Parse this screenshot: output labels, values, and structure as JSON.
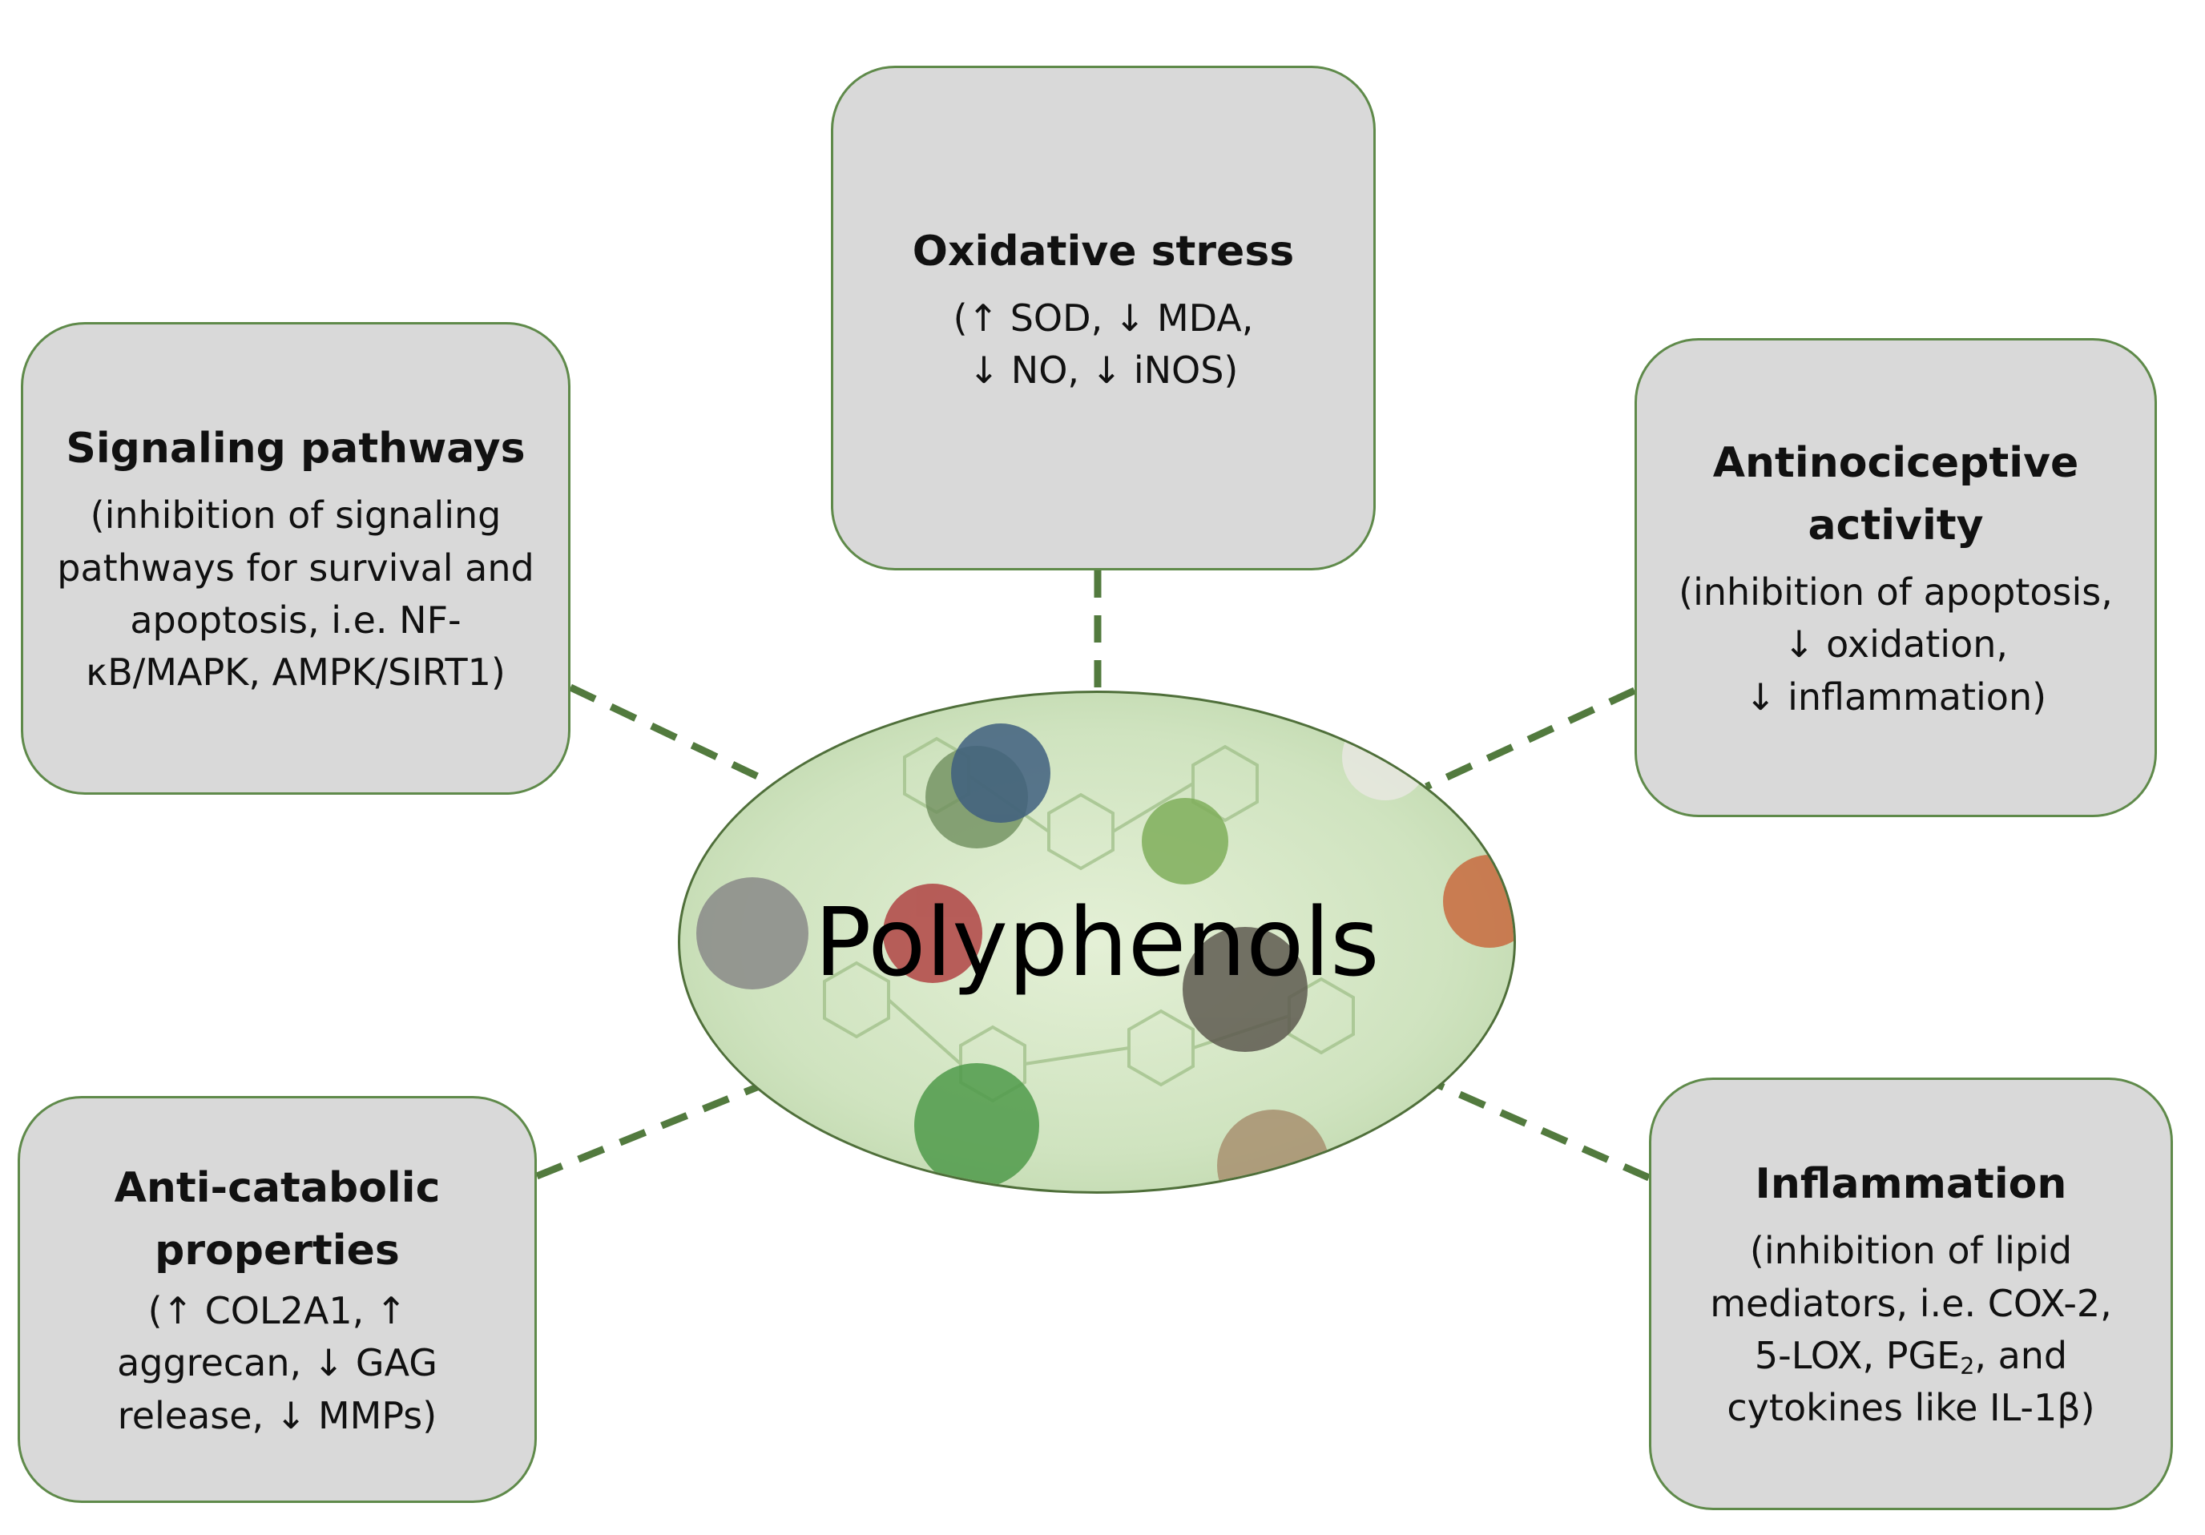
{
  "hub": {
    "label": "Polyphenols"
  },
  "boxes": {
    "oxidative": {
      "title": "Oxidative stress",
      "lines": [
        "(↑ SOD, ↓ MDA,",
        "↓ NO, ↓ iNOS)"
      ]
    },
    "signaling": {
      "title": "Signaling pathways",
      "lines": [
        "(inhibition of signaling",
        "pathways for survival and",
        "apoptosis, i.e. NF-",
        "κB/MAPK, AMPK/SIRT1)"
      ]
    },
    "antinociceptive": {
      "title_lines": [
        "Antinociceptive",
        "activity"
      ],
      "lines": [
        "(inhibition of apoptosis,",
        "↓ oxidation,",
        "↓ inflammation)"
      ]
    },
    "anticatabolic": {
      "title_lines": [
        "Anti-catabolic",
        "properties"
      ],
      "lines": [
        "(↑ COL2A1, ↑",
        "aggrecan,  ↓ GAG",
        "release, ↓ MMPs)"
      ]
    },
    "inflammation": {
      "title": "Inflammation",
      "lines": [
        "(inhibition of lipid",
        "mediators, i.e. COX-2,"
      ],
      "line3_pre": "5-LOX, PGE",
      "line3_sub": "2",
      "line3_post": ", and",
      "line4": "cytokines like IL-1β)"
    }
  },
  "colors": {
    "box_fill": "#d9d9d9",
    "box_border": "#5f8a4a",
    "connector": "#527a3e",
    "hub_fill": "#cfe3bf"
  }
}
